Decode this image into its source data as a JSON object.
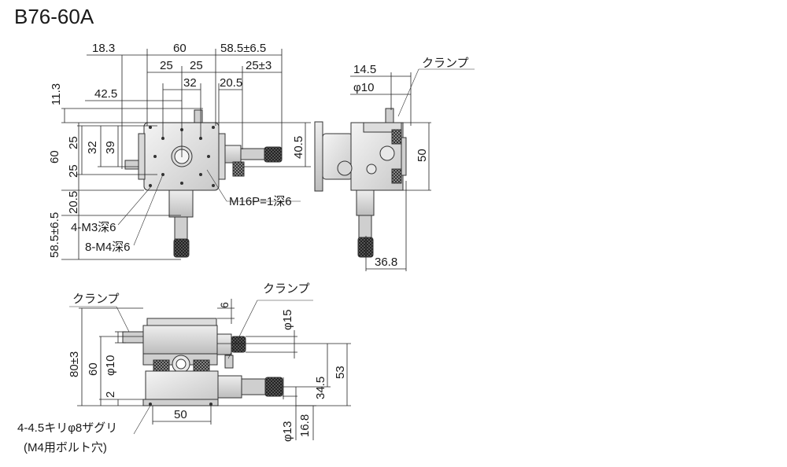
{
  "title": "B76-60A",
  "top_view": {
    "dim_18_3": "18.3",
    "dim_60_top": "60",
    "dim_58_5_pm": "58.5±6.5",
    "dim_25_a": "25",
    "dim_25_b": "25",
    "dim_25_pm3": "25±3",
    "dim_32_h": "32",
    "dim_20_5_h": "20.5",
    "dim_42_5": "42.5",
    "dim_11_3": "11.3",
    "dim_60_left": "60",
    "dim_25_l1": "25",
    "dim_32_v": "32",
    "dim_39": "39",
    "dim_25_l2": "25",
    "dim_40_5": "40.5",
    "dim_20_5_v": "20.5",
    "dim_58_5_v": "58.5±6.5",
    "note_m16": "M16P=1深6",
    "note_4m3": "4-M3深6",
    "note_8m4": "8-M4深6"
  },
  "side_view": {
    "dim_14_5": "14.5",
    "dim_phi10": "φ10",
    "label_clamp": "クランプ",
    "dim_50": "50",
    "dim_36_8": "36.8"
  },
  "front_view": {
    "label_clamp_left": "クランプ",
    "label_clamp_right": "クランプ",
    "dim_6": "6",
    "dim_phi15": "φ15",
    "dim_80_pm3": "80±3",
    "dim_60": "60",
    "dim_phi10": "φ10",
    "dim_2": "2",
    "dim_53": "53",
    "dim_34_5": "34.5",
    "dim_50": "50",
    "dim_phi13": "φ13",
    "dim_16_8": "16.8",
    "note_holes": "4-4.5キリφ8ザグリ",
    "note_bolt": "(M4用ボルト穴)"
  },
  "icons": [
    "micrometer-knob-icon",
    "clamp-icon",
    "mounting-hole-icon"
  ]
}
